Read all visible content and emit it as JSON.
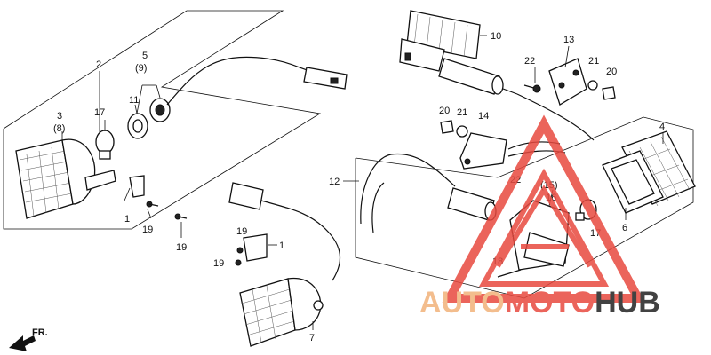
{
  "diagram": {
    "callouts": {
      "c2": "2",
      "c3": "3",
      "c8": "(8)",
      "c17a": "17",
      "c11": "11",
      "c5": "5",
      "c9": "(9)",
      "c1a": "1",
      "c19a": "19",
      "c19b": "19",
      "c10": "10",
      "c13": "13",
      "c22a": "22",
      "c21a": "21",
      "c20a": "20",
      "c20b": "20",
      "c21b": "21",
      "c14": "14",
      "c12": "12",
      "c22b": "22",
      "c15": "(15)",
      "c16": "16",
      "c4": "4",
      "c6": "6",
      "c17b": "17",
      "c18": "18",
      "c19c": "19",
      "c19d": "19",
      "c1b": "1",
      "c7": "7"
    },
    "direction_label": "FR.",
    "watermark": {
      "part1": "AUTO",
      "part2": "MOTO",
      "part3": "HUB",
      "color1": "#f2b27a",
      "color2": "#e8493f",
      "color3": "#222222"
    }
  }
}
